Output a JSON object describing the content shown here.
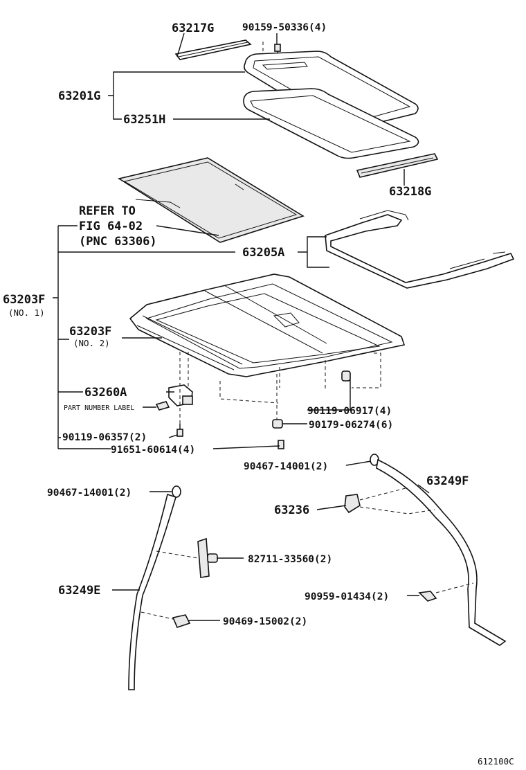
{
  "labels": {
    "p63217g": "63217G",
    "p90159": "90159-50336(4)",
    "p63201g": "63201G",
    "p63251h": "63251H",
    "p63218g": "63218G",
    "refer1": "REFER TO",
    "refer2": "FIG 64-02",
    "refer3": "(PNC 63306)",
    "p63205a": "63205A",
    "p63203f1": "63203F",
    "p63203f1_sub": "(NO. 1)",
    "p63203f2": "63203F",
    "p63203f2_sub": "(NO. 2)",
    "p63260a": "63260A",
    "part_number_label": "PART NUMBER LABEL",
    "p90119_06917": "90119-06917(4)",
    "p90179": "90179-06274(6)",
    "p90119_06357": "90119-06357(2)",
    "p91651": "91651-60614(4)",
    "p90467_right": "90467-14001(2)",
    "p90467_left": "90467-14001(2)",
    "p63249f": "63249F",
    "p63236": "63236",
    "p82711": "82711-33560(2)",
    "p63249e": "63249E",
    "p90959": "90959-01434(2)",
    "p90469": "90469-15002(2)",
    "figure_code": "612100C"
  }
}
